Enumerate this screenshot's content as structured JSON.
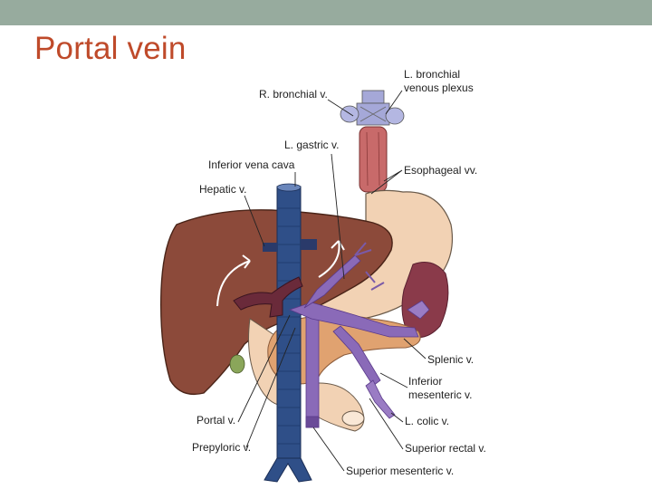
{
  "slide": {
    "title": "Portal vein"
  },
  "colors": {
    "topbar": "#97ab9e",
    "title": "#bf4a2a",
    "liver": "#8c4a3a",
    "vena_cava": "#2f4f88",
    "portal_vessels": "#8a6ab8",
    "pancreas": "#e0a270",
    "stomach": "#f2d2b4"
  },
  "labels": {
    "l_bronchial_line1": "L. bronchial",
    "l_bronchial_line2": "venous plexus",
    "r_bronchial": "R. bronchial v.",
    "l_gastric": "L. gastric v.",
    "ivc": "Inferior vena cava",
    "esophageal": "Esophageal vv.",
    "hepatic": "Hepatic v.",
    "splenic": "Splenic v.",
    "inf_mes_line1": "Inferior",
    "inf_mes_line2": "mesenteric v.",
    "portal": "Portal v.",
    "l_colic": "L. colic v.",
    "prepyloric": "Prepyloric v.",
    "sup_rectal": "Superior rectal v.",
    "sup_mes": "Superior mesenteric v."
  }
}
